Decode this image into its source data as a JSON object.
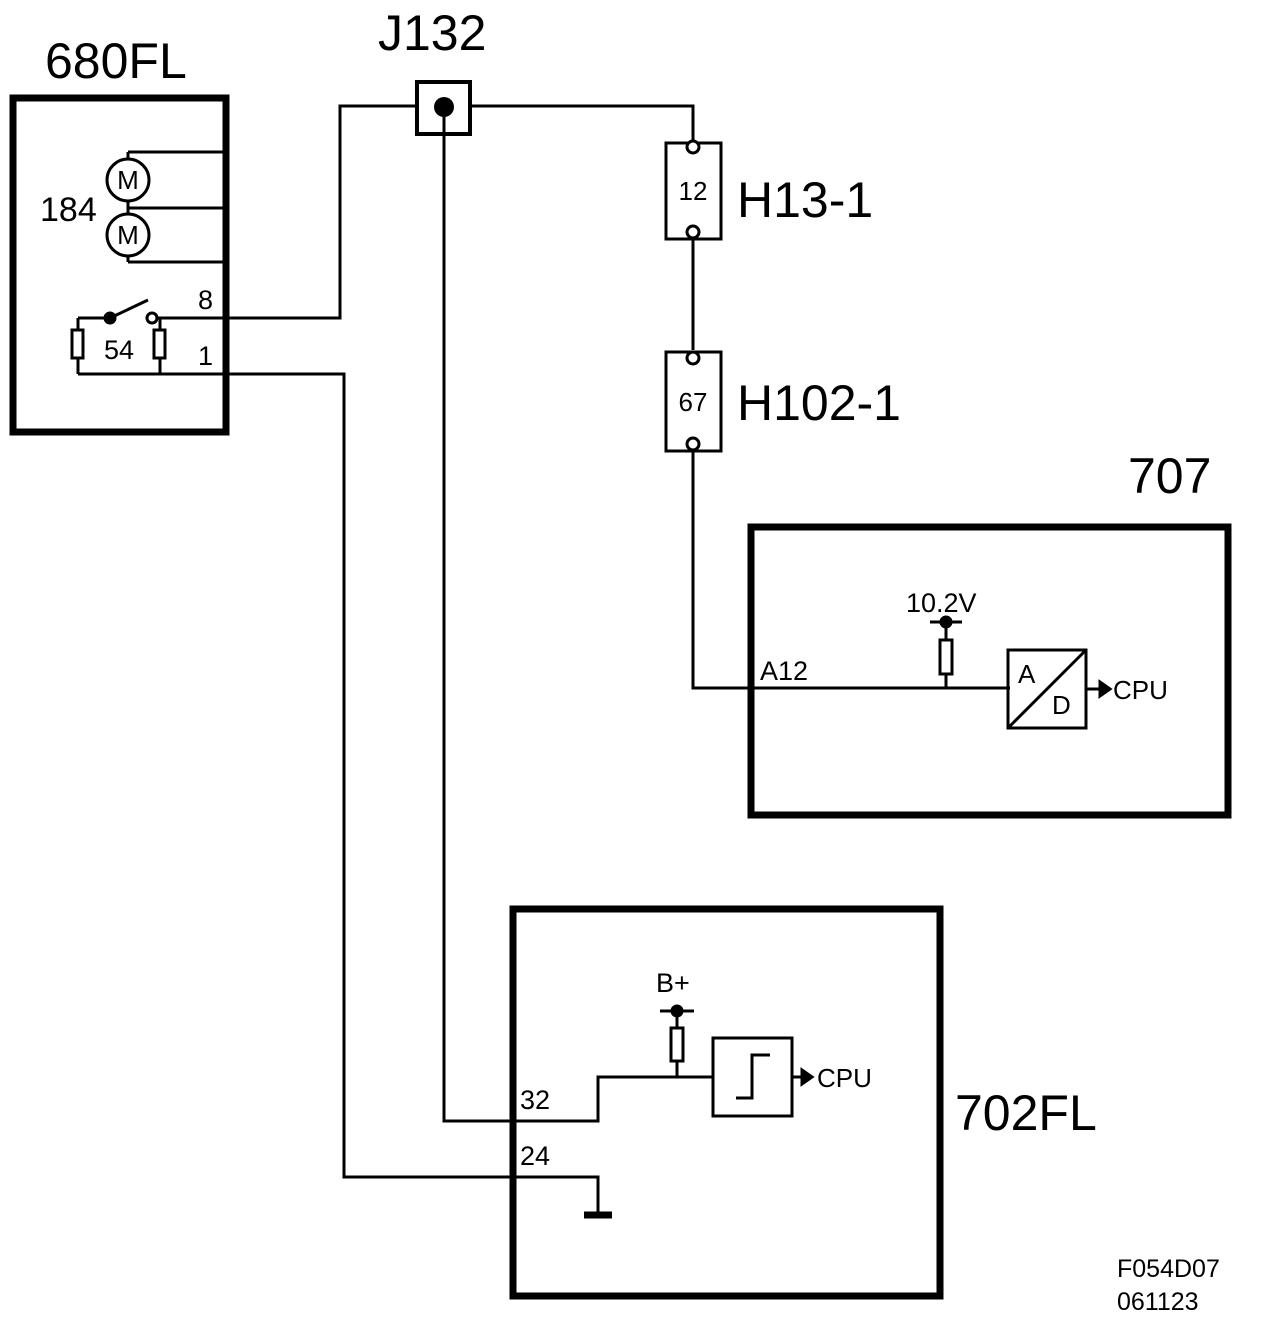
{
  "components": {
    "switch_unit": {
      "id": "680FL",
      "motor_label": "184",
      "motor_symbol": "M",
      "switch_label": "54",
      "pin_top": "8",
      "pin_bottom": "1"
    },
    "junction": {
      "id": "J132"
    },
    "connector_1": {
      "id": "H13-1",
      "pin": "12"
    },
    "connector_2": {
      "id": "H102-1",
      "pin": "67"
    },
    "module_707": {
      "id": "707",
      "pin": "A12",
      "supply": "10.2V",
      "adc_a": "A",
      "adc_d": "D",
      "output": "CPU"
    },
    "module_702": {
      "id": "702FL",
      "pin_signal": "32",
      "pin_ground": "24",
      "supply": "B+",
      "output": "CPU"
    }
  },
  "footer": {
    "code": "F054D07",
    "date": "061123"
  },
  "colors": {
    "line": "#000000",
    "background": "#ffffff"
  }
}
